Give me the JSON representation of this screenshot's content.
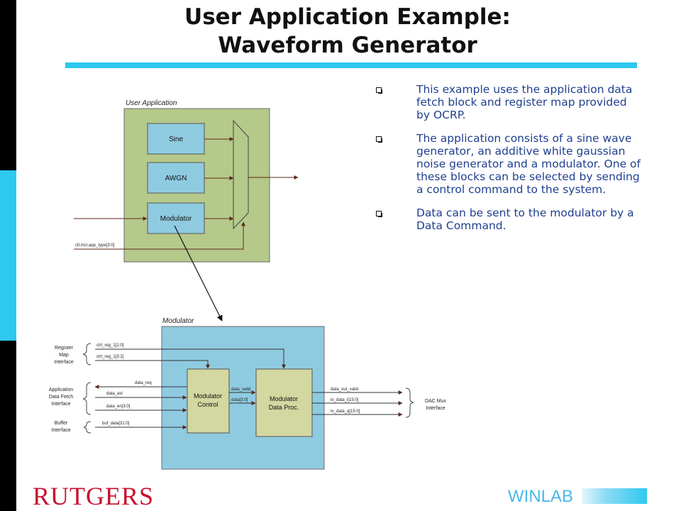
{
  "slide": {
    "title_line1": "User Application Example:",
    "title_line2": "Waveform Generator",
    "bullets": [
      "This example uses the application data fetch block and register map provided by OCRP.",
      "The application consists of a sine wave generator, an additive white gaussian noise generator and a modulator. One of these blocks can be selected by sending a control command to the system.",
      "Data can be sent to the modulator by a Data Command."
    ],
    "logo_text": "RUTGERS",
    "winlab_text": "WINLAB"
  },
  "diagram": {
    "user_app": {
      "title": "User Application",
      "blocks": [
        "Sine",
        "AWGN",
        "Modulator"
      ],
      "control_signal": "ctl.mcr.app_type[3:0]",
      "fill": "#b5c98a",
      "block_fill": "#8fcbe0"
    },
    "modulator": {
      "title": "Modulator",
      "fill": "#8fcbe0",
      "block_fill": "#d3d7a0",
      "control_block": [
        "Modulator",
        "Control"
      ],
      "proc_block": [
        "Modulator",
        "Data Proc."
      ],
      "interfaces": {
        "register_map": [
          "Register",
          "Map",
          "Interface"
        ],
        "app_fetch": [
          "Application",
          "Data Fetch",
          "Interface"
        ],
        "buffer": [
          "Buffer",
          "Interface"
        ],
        "dac_mux": [
          "DAC Mux",
          "Interface"
        ]
      },
      "signals": {
        "ctrl_reg_1_0": "ctrl_reg_1[1:0]",
        "ctrl_reg_3_2": "ctrl_reg_1[3:2]",
        "data_req": "data_req",
        "data_avl": "data_avl",
        "data_en": "data_en[3:0]",
        "buf_data": "buf_data[31:0]",
        "data_valid": "data_valid",
        "data_3_0": "data[3:0]",
        "data_out_valid": "data_out_valid",
        "tx_data_i": "tx_data_i[15:0]",
        "tx_data_q": "tx_data_q[15:0]"
      }
    }
  }
}
